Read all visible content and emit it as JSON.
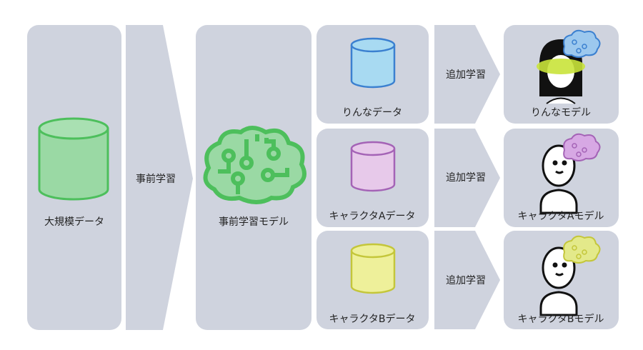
{
  "pretrain": {
    "data_label": "大規模データ",
    "arrow_label": "事前学習",
    "model_label": "事前学習モデル"
  },
  "rows": [
    {
      "data_label": "りんなデータ",
      "arrow_label": "追加学習",
      "model_label": "りんなモデル",
      "color": "#a8daf2",
      "stroke": "#3b80d0",
      "brain": "#9cc8ee"
    },
    {
      "data_label": "キャラクタAデータ",
      "arrow_label": "追加学習",
      "model_label": "キャラクタAモデル",
      "color": "#e7c9ea",
      "stroke": "#a463b6",
      "brain": "#d7a8e4"
    },
    {
      "data_label": "キャラクタBデータ",
      "arrow_label": "追加学習",
      "model_label": "キャラクタBモデル",
      "color": "#eef09a",
      "stroke": "#c4c63a",
      "brain": "#e3e98a"
    }
  ],
  "colors": {
    "panel": "#cfd3de",
    "green_fill": "#9ad9a4",
    "green_stroke": "#4dbf5c"
  }
}
